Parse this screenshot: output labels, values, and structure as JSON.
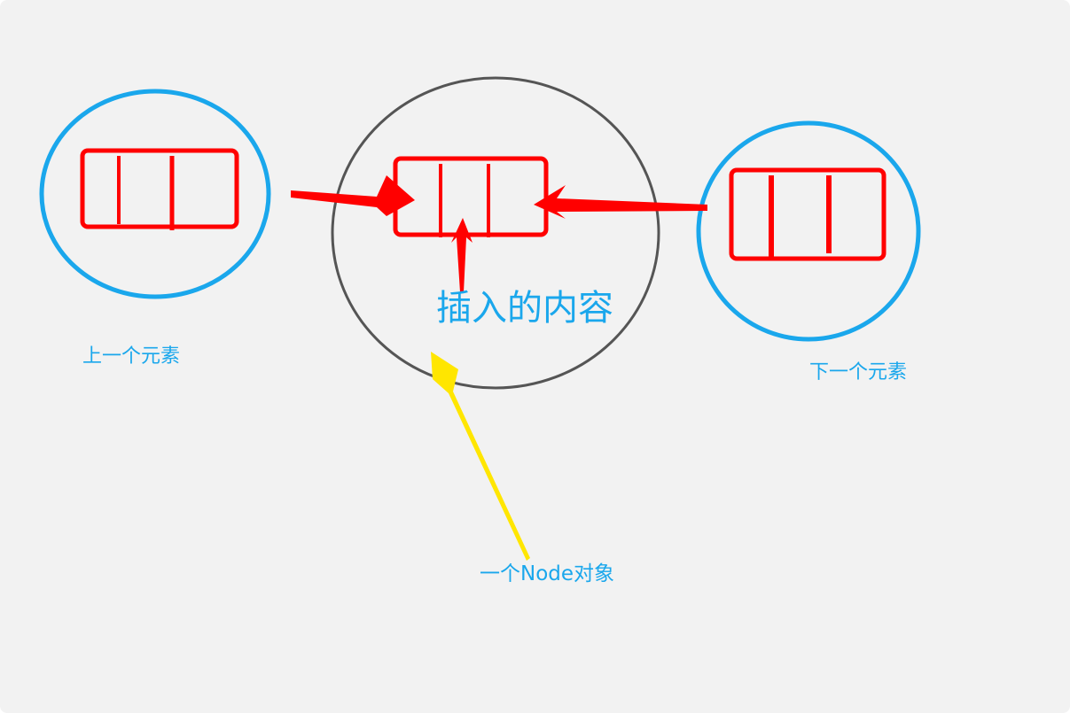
{
  "labels": {
    "previous_element": "上一个元素",
    "next_element": "下一个元素",
    "inserted_content": "插入的内容",
    "node_object": "一个Node对象"
  },
  "colors": {
    "background": "#f2f2f2",
    "element_circle": "#1aa7ec",
    "node_circle": "#555555",
    "node_box": "#ff0000",
    "red_arrow": "#ff0000",
    "yellow_arrow": "#ffe600",
    "label_text": "#1aa7ec"
  }
}
